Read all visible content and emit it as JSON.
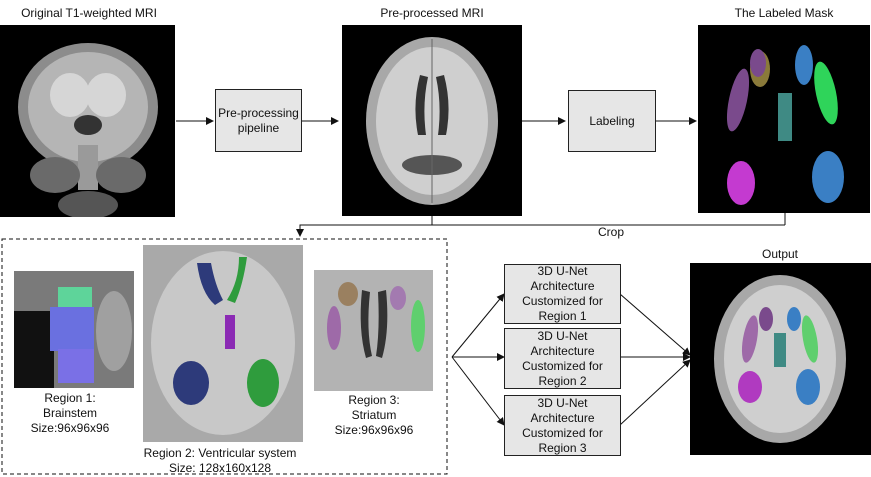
{
  "top_row": {
    "original_title": "Original T1-weighted MRI",
    "preprocessed_title": "Pre-processed MRI",
    "mask_title": "The Labeled Mask",
    "preprocessing_box": "Pre-processing\npipeline",
    "labeling_box": "Labeling"
  },
  "crop_label": "Crop",
  "regions": [
    {
      "caption": "Region 1:\nBrainstem\nSize:96x96x96"
    },
    {
      "caption": "Region 2: Ventricular system\nSize: 128x160x128"
    },
    {
      "caption": "Region 3:\nStriatum\nSize:96x96x96"
    }
  ],
  "unet_boxes": [
    {
      "label": "3D U-Net\nArchitecture\nCustomized for\nRegion 1"
    },
    {
      "label": "3D U-Net\nArchitecture\nCustomized for\nRegion 2"
    },
    {
      "label": "3D U-Net\nArchitecture\nCustomized for\nRegion 3"
    }
  ],
  "output_title": "Output",
  "colors": {
    "box_fill": "#e6e6e6",
    "label_purple": "#7a4a8c",
    "label_blue": "#3a7fc4",
    "label_green": "#2fd45a",
    "label_teal": "#3f8a84",
    "label_magenta": "#c43ad0",
    "label_brown": "#8a7a3a"
  }
}
